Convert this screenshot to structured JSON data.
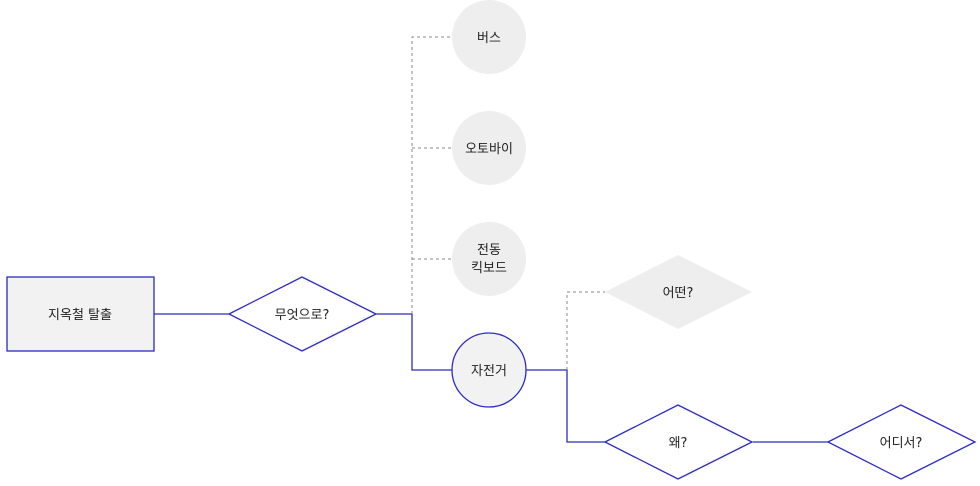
{
  "nodes": {
    "start": {
      "label": "지옥철 탈출"
    },
    "what": {
      "label": "무엇으로?"
    },
    "bus": {
      "label": "버스"
    },
    "motorbike": {
      "label": "오토바이"
    },
    "kickboard": {
      "label_line1": "전동",
      "label_line2": "킥보드"
    },
    "bicycle": {
      "label": "자전거"
    },
    "which": {
      "label": "어떤?"
    },
    "why": {
      "label": "왜?"
    },
    "where": {
      "label": "어디서?"
    }
  },
  "colors": {
    "active_stroke": "#2b2bc4",
    "inactive_stroke": "#bbbbbb",
    "dashed_line": "#888888",
    "node_fill_active": "#f2f2f2",
    "node_fill_inactive": "#eeeeee",
    "text": "#222222"
  }
}
